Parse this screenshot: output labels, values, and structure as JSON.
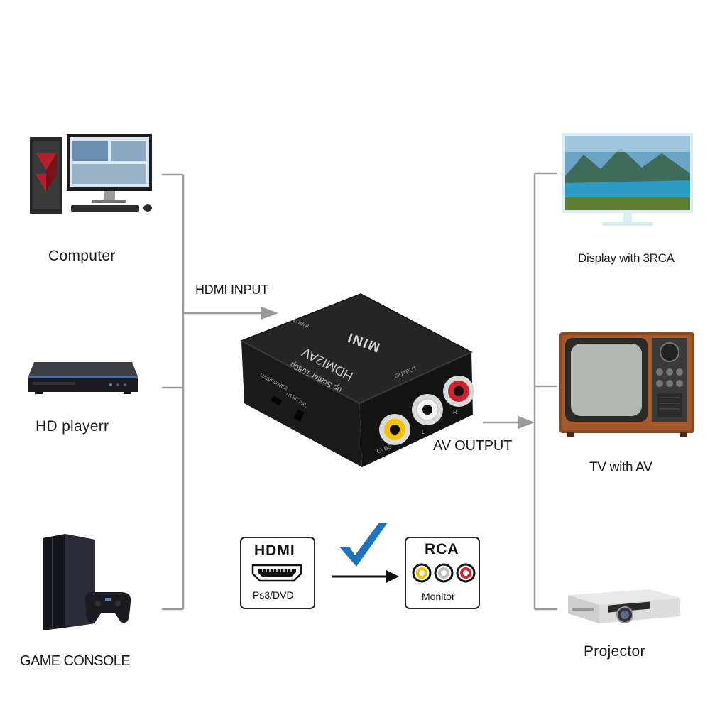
{
  "sources": [
    {
      "label": "Computer",
      "icon": "computer-icon"
    },
    {
      "label": "HD playerr",
      "icon": "hd-player-icon"
    },
    {
      "label": "GAME CONSOLE",
      "icon": "game-console-icon"
    }
  ],
  "outputs": [
    {
      "label": "Display with 3RCA",
      "icon": "display-icon"
    },
    {
      "label": "TV with AV",
      "icon": "tv-icon"
    },
    {
      "label": "Projector",
      "icon": "projector-icon"
    }
  ],
  "flow": {
    "input_label": "HDMI INPUT",
    "output_label": "AV OUTPUT"
  },
  "device": {
    "brand": "MINI",
    "model": "HDMI2AV",
    "subtitle": "up Scaler 1080p",
    "input_port": "INPUT",
    "output_port": "OUTPUT",
    "usb_label": "USB/POWER",
    "switch_ntsc": "NTSC",
    "switch_pal": "PAL",
    "jack_cvbs": "CVBS",
    "jack_l": "L",
    "jack_r": "R"
  },
  "legend": {
    "hdmi_title": "HDMI",
    "hdmi_sub": "Ps3/DVD",
    "rca_title": "RCA",
    "rca_sub": "Monitor"
  },
  "colors": {
    "line": "#9a9a9a",
    "device_body": "#1c1c1c",
    "check": "#1e73be",
    "jack_yellow": "#f2c200",
    "jack_white": "#e8e8e8",
    "jack_red": "#d0202a"
  }
}
